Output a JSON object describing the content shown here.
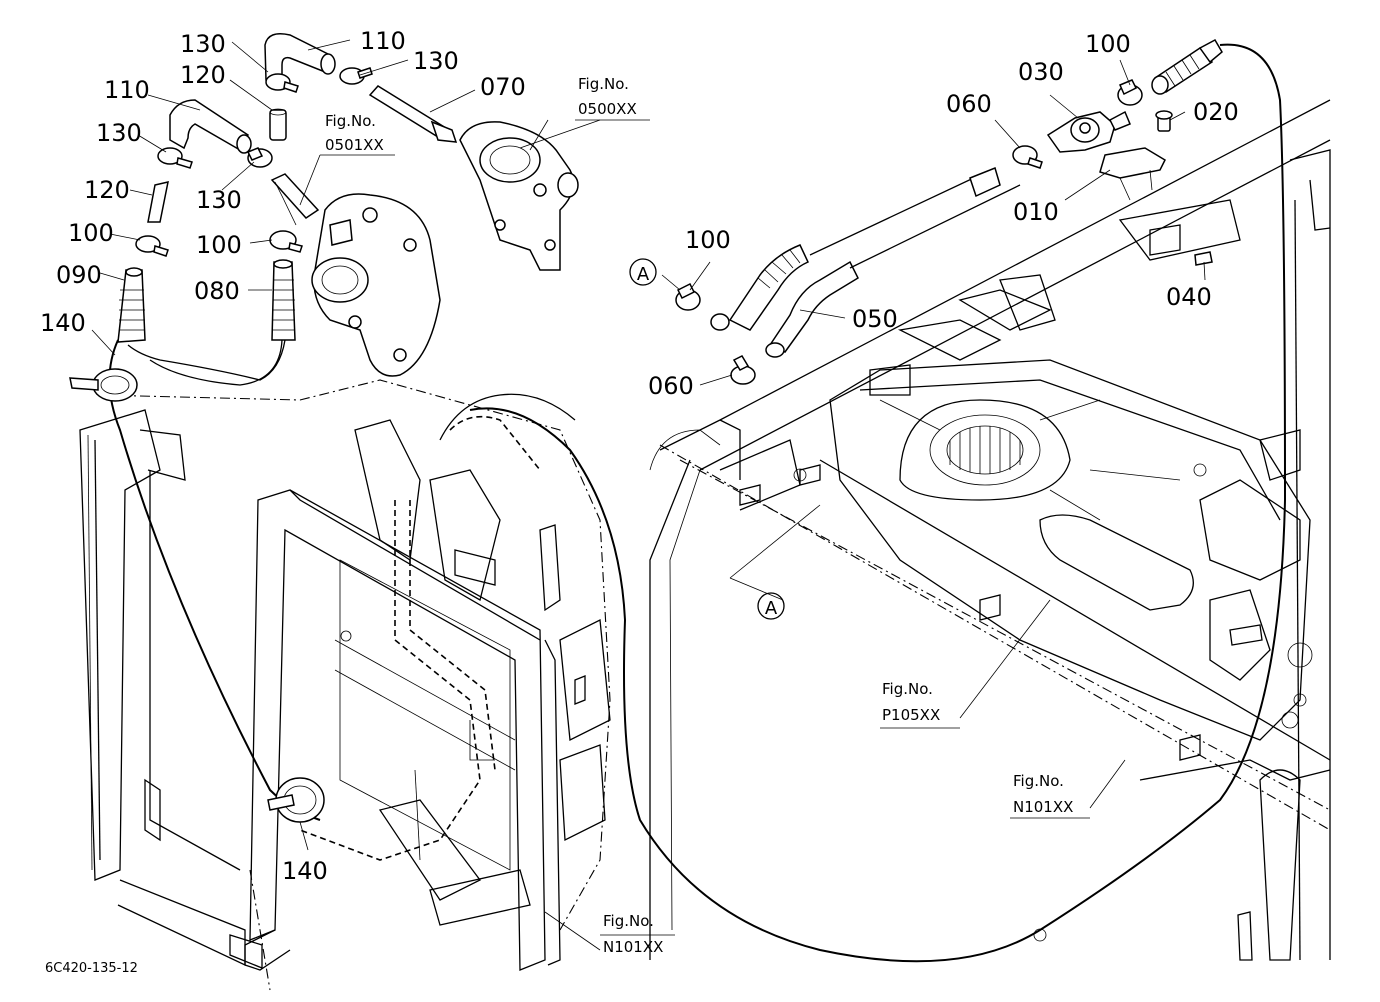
{
  "callouts": [
    {
      "id": "c1",
      "text": "130"
    },
    {
      "id": "c2",
      "text": "110"
    },
    {
      "id": "c3",
      "text": "120"
    },
    {
      "id": "c4",
      "text": "130"
    },
    {
      "id": "c5",
      "text": "110"
    },
    {
      "id": "c6",
      "text": "070"
    },
    {
      "id": "c7",
      "text": "130"
    },
    {
      "id": "c8",
      "text": "130"
    },
    {
      "id": "c9",
      "text": "120"
    },
    {
      "id": "c10",
      "text": "100"
    },
    {
      "id": "c11",
      "text": "100"
    },
    {
      "id": "c12",
      "text": "080"
    },
    {
      "id": "c13",
      "text": "090"
    },
    {
      "id": "c14",
      "text": "140"
    },
    {
      "id": "c15",
      "text": "140"
    },
    {
      "id": "c16",
      "text": "100"
    },
    {
      "id": "c17",
      "text": "030"
    },
    {
      "id": "c18",
      "text": "060"
    },
    {
      "id": "c19",
      "text": "020"
    },
    {
      "id": "c20",
      "text": "010"
    },
    {
      "id": "c21",
      "text": "100"
    },
    {
      "id": "c22",
      "text": "040"
    },
    {
      "id": "c23",
      "text": "050"
    },
    {
      "id": "c24",
      "text": "060"
    }
  ],
  "figure_refs": [
    {
      "id": "f1",
      "line1": "Fig.No.",
      "line2": "0500XX"
    },
    {
      "id": "f2",
      "line1": "Fig.No.",
      "line2": "0501XX"
    },
    {
      "id": "f3",
      "line1": "Fig.No.",
      "line2": "P105XX"
    },
    {
      "id": "f4",
      "line1": "Fig.No.",
      "line2": "N101XX"
    },
    {
      "id": "f5",
      "line1": "Fig.No.",
      "line2": "N101XX"
    }
  ],
  "markers": [
    {
      "id": "m1",
      "text": "A"
    },
    {
      "id": "m2",
      "text": "A"
    }
  ],
  "drawing_code": "6C420-135-12"
}
